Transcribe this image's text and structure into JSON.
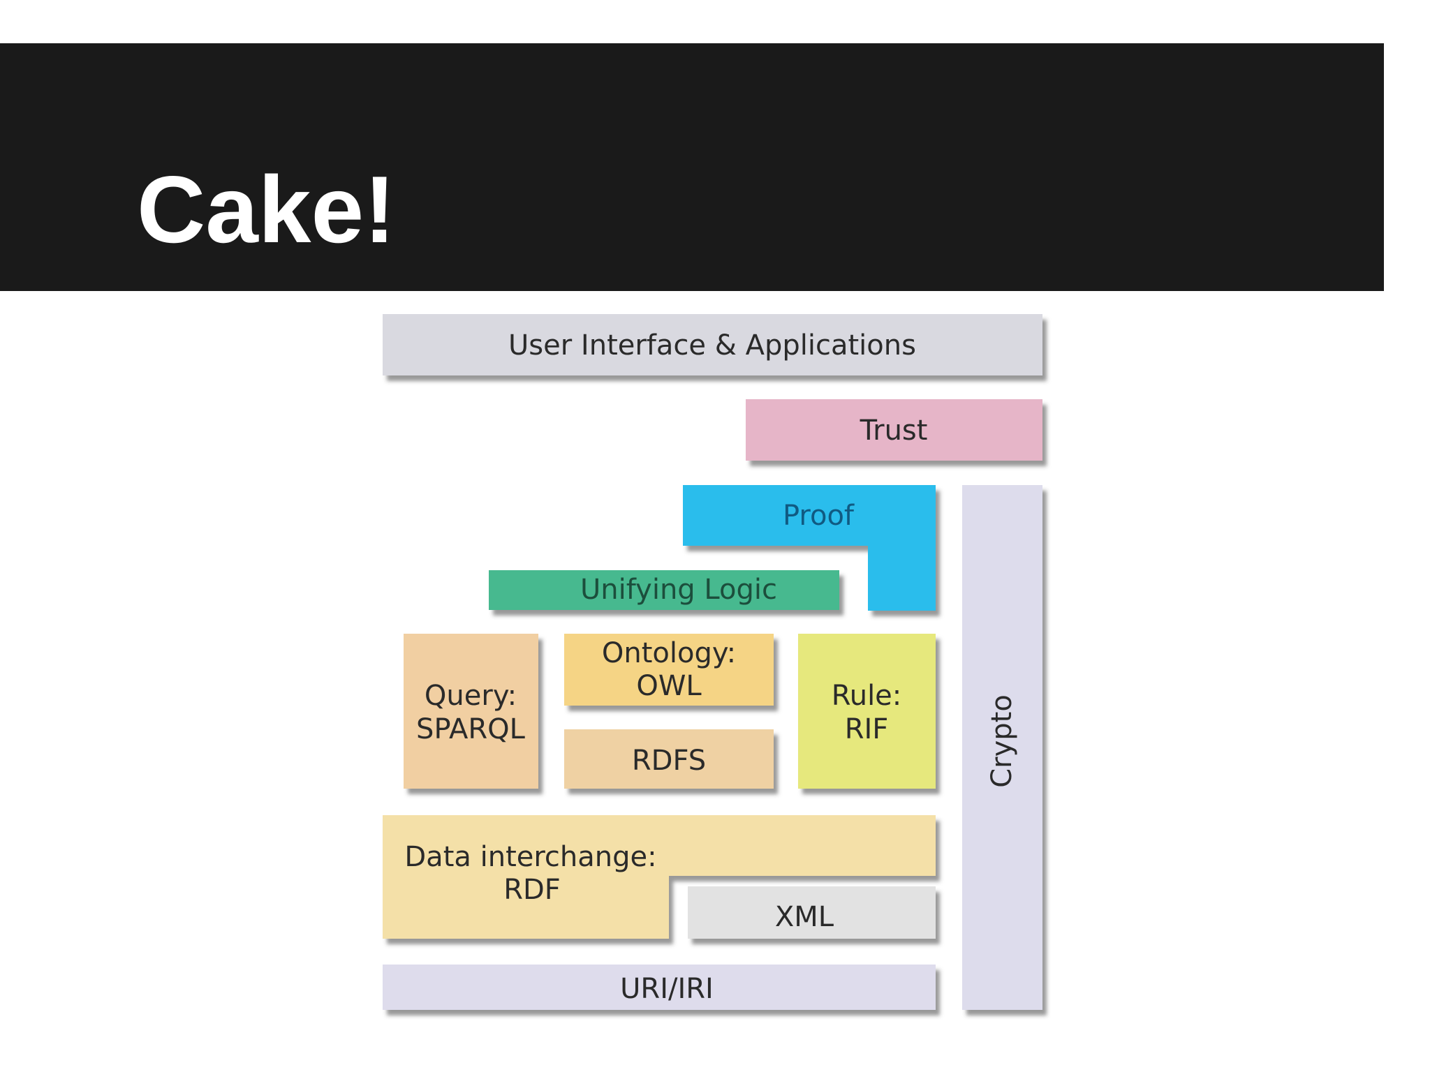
{
  "slide": {
    "title": "Cake!"
  },
  "diagram": {
    "layers": {
      "ui": {
        "label": "User Interface & Applications",
        "color": "#d9d9e0"
      },
      "trust": {
        "label": "Trust",
        "color": "#e6b5c8"
      },
      "proof": {
        "label": "Proof",
        "color": "#29bdec"
      },
      "unifying_logic": {
        "label": "Unifying Logic",
        "color": "#46b98f"
      },
      "query": {
        "line1": "Query:",
        "line2": "SPARQL",
        "color": "#f1cfa2"
      },
      "ontology": {
        "line1": "Ontology:",
        "line2": "OWL",
        "color": "#f5d485"
      },
      "rdfs": {
        "label": "RDFS",
        "color": "#efd1a3"
      },
      "rule": {
        "line1": "Rule:",
        "line2": "RIF",
        "color": "#e6e87d"
      },
      "data_interchange": {
        "line1": "Data interchange:",
        "line2": "RDF",
        "color": "#f4e0a8"
      },
      "xml": {
        "label": "XML",
        "color": "#e2e2e2"
      },
      "uri": {
        "label": "URI/IRI",
        "color": "#dedcec"
      },
      "crypto": {
        "label": "Crypto",
        "color": "#dddcec"
      }
    }
  }
}
